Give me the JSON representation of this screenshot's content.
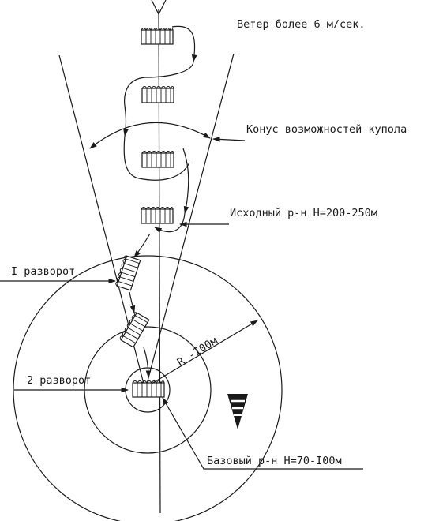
{
  "labels": {
    "wind": "Ветер более 6 м/сек.",
    "cone": "Конус возможностей купола",
    "initial_area": "Исходный р-н H=200-250м",
    "first_turn": "I разворот",
    "second_turn": "2 разворот",
    "radius": "R -I00м",
    "base_area": "Базовый р-н H=70-I00м"
  },
  "icons": {
    "wind_sock": "wind-sock-icon",
    "canopy": "parachute-canopy-icon"
  }
}
